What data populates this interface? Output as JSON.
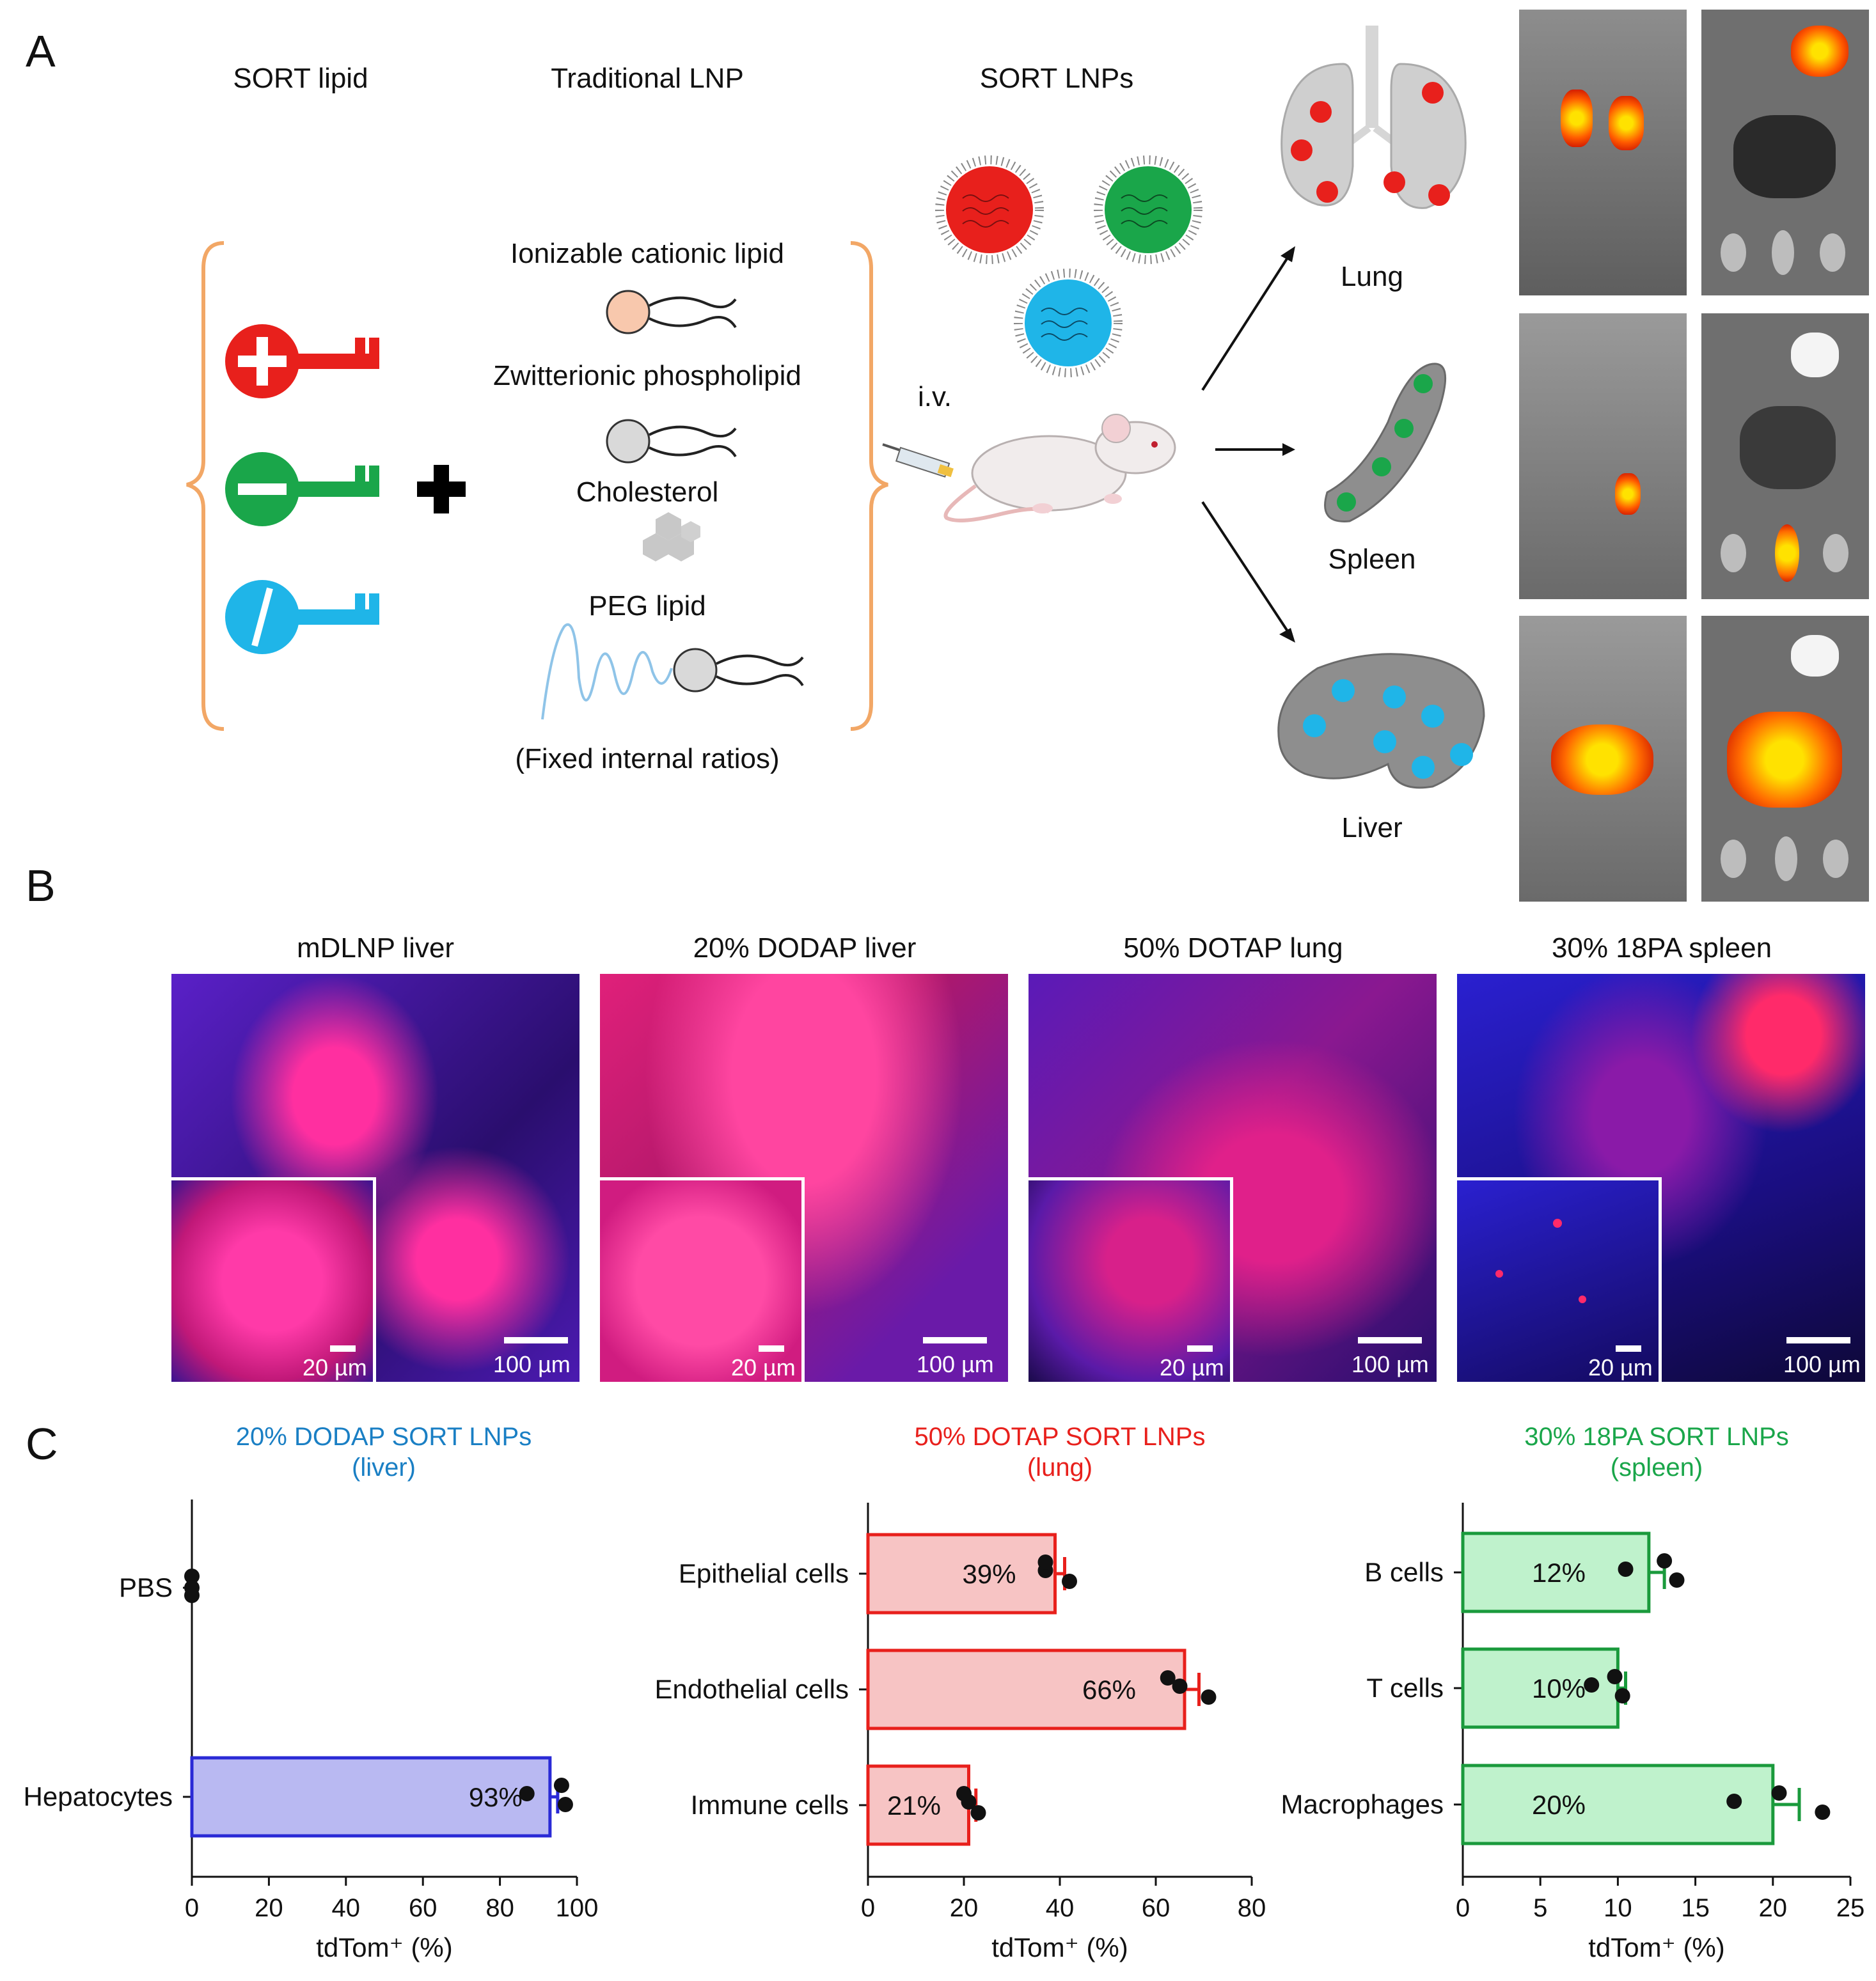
{
  "panel_letters": [
    "A",
    "B",
    "C"
  ],
  "panelA": {
    "col_sort_lipid": "SORT lipid",
    "col_traditional": "Traditional LNP",
    "col_sort_lnps": "SORT LNPs",
    "components": [
      "Ionizable cationic lipid",
      "Zwitterionic phospholipid",
      "Cholesterol",
      "PEG lipid"
    ],
    "fixed_ratios": "(Fixed internal ratios)",
    "route": "i.v.",
    "organs": [
      "Lung",
      "Spleen",
      "Liver"
    ],
    "colors": {
      "red": "#e8201c",
      "green": "#1aa64a",
      "blue": "#1fb5e8",
      "orange_bracket": "#f2a766"
    }
  },
  "panelB": {
    "titles": [
      "mDLNP liver",
      "20% DODAP liver",
      "50% DOTAP lung",
      "30% 18PA spleen"
    ],
    "scale_small": "20 µm",
    "scale_large": "100 µm"
  },
  "chart_data": [
    {
      "type": "bar",
      "orientation": "horizontal",
      "title": "20% DODAP SORT LNPs",
      "subtitle": "(liver)",
      "title_color": "#1a7fc4",
      "bar_color": "#b9b9f2",
      "edge_color": "#2a2ad6",
      "categories": [
        "PBS",
        "Hepatocytes"
      ],
      "values": [
        0,
        93
      ],
      "value_labels": [
        "",
        "93%"
      ],
      "errors": [
        0.5,
        2
      ],
      "points": [
        [
          0,
          0,
          0
        ],
        [
          87,
          96,
          97
        ]
      ],
      "xlabel": "tdTom⁺ (%)",
      "xlim": [
        0,
        100
      ],
      "xticks": [
        0,
        20,
        40,
        60,
        80,
        100
      ]
    },
    {
      "type": "bar",
      "orientation": "horizontal",
      "title": "50% DOTAP SORT LNPs",
      "subtitle": "(lung)",
      "title_color": "#e8201c",
      "bar_color": "#f7c4c4",
      "edge_color": "#e8201c",
      "categories": [
        "Epithelial cells",
        "Endothelial cells",
        "Immune cells"
      ],
      "values": [
        39,
        66,
        21
      ],
      "value_labels": [
        "39%",
        "66%",
        "21%"
      ],
      "errors": [
        2,
        3,
        1.5
      ],
      "points": [
        [
          37,
          37,
          42
        ],
        [
          65,
          62.5,
          71
        ],
        [
          21,
          20,
          23
        ]
      ],
      "xlabel": "tdTom⁺ (%)",
      "xlim": [
        0,
        80
      ],
      "xticks": [
        0,
        20,
        40,
        60,
        80
      ]
    },
    {
      "type": "bar",
      "orientation": "horizontal",
      "title": "30% 18PA SORT LNPs",
      "subtitle": "(spleen)",
      "title_color": "#1aa64a",
      "bar_color": "#bff2cc",
      "edge_color": "#1a9a3c",
      "categories": [
        "B cells",
        "T cells",
        "Macrophages"
      ],
      "values": [
        12,
        10,
        20
      ],
      "value_labels": [
        "12%",
        "10%",
        "20%"
      ],
      "errors": [
        1,
        0.5,
        1.7
      ],
      "points": [
        [
          10.5,
          13,
          13.8
        ],
        [
          8.3,
          9.8,
          10.3
        ],
        [
          17.5,
          20.4,
          23.2
        ]
      ],
      "xlabel": "tdTom⁺ (%)",
      "xlim": [
        0,
        25
      ],
      "xticks": [
        0,
        5,
        10,
        15,
        20,
        25
      ]
    }
  ]
}
